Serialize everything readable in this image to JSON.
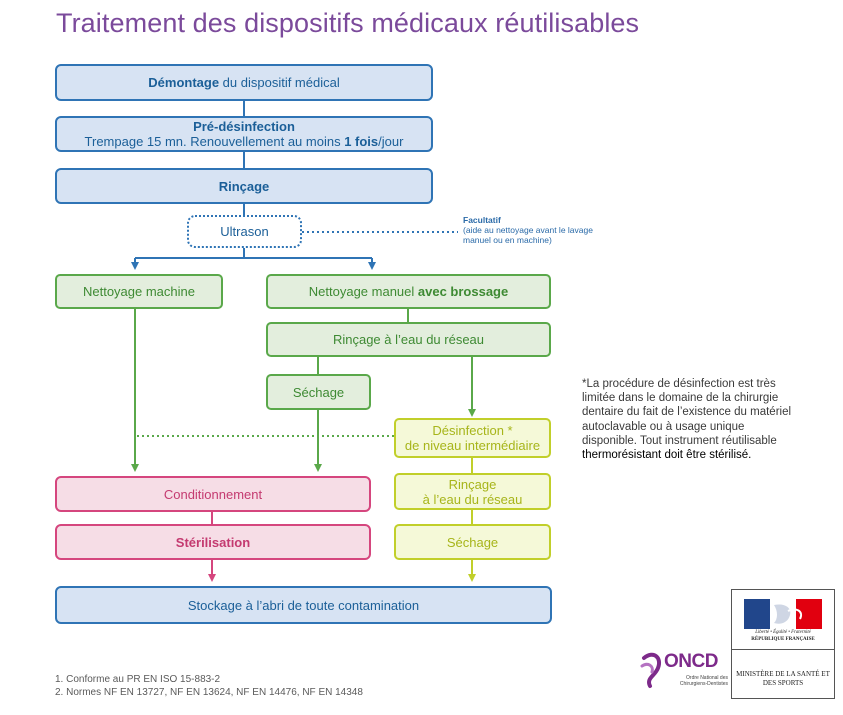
{
  "title": "Traitement des dispositifs médicaux réutilisables",
  "steps": {
    "demontage": {
      "bold": "Démontage",
      "rest": " du dispositif médical"
    },
    "predesinfection": {
      "line1": "Pré-désinfection",
      "line2_pre": "Trempage 15 mn. Renouvellement au moins ",
      "line2_bold": "1 fois",
      "line2_post": "/jour"
    },
    "rincage": "Rinçage",
    "ultrason": "Ultrason",
    "facultatif": {
      "head": "Facultatif",
      "text": "(aide au nettoyage avant le lavage manuel ou en machine)"
    },
    "nettoyage_machine": "Nettoyage machine",
    "nettoyage_manuel": {
      "pre": "Nettoyage manuel ",
      "bold": "avec brossage"
    },
    "rincage_reseau": "Rinçage à l’eau du réseau",
    "sechage": "Séchage",
    "desinfection": {
      "line1": "Désinfection *",
      "line2": "de niveau intermédiaire"
    },
    "rincage_reseau_2": {
      "line1": "Rinçage",
      "line2": "à l’eau du réseau"
    },
    "sechage_2": "Séchage",
    "conditionnement": "Conditionnement",
    "sterilisation": "Stérilisation",
    "stockage": "Stockage à l’abri de toute contamination"
  },
  "side_note": {
    "text": "*La procédure de désinfection est très limitée dans le domaine de la chirurgie dentaire du fait de l’existence du matériel autoclavable ou à usage unique disponible. Tout instrument réutilisable ",
    "dark": "thermorésistant doit être stérilisé."
  },
  "footnotes": [
    "1. Conforme au PR EN ISO 15-883-2",
    "2. Normes NF EN 13727, NF EN 13624, NF EN 14476, NF EN 14348"
  ],
  "logos": {
    "oncd": {
      "name": "ONCD",
      "subtitle": "Ordre National des Chirurgiens-Dentistes"
    },
    "republique": {
      "motto": "Liberté • Égalité • Fraternité",
      "name": "RÉPUBLIQUE FRANÇAISE",
      "ministry": "MINISTÈRE DE LA SANTÉ ET DES SPORTS"
    }
  },
  "colors": {
    "title": "#7b4a9b",
    "blue": "#2f74b5",
    "green": "#5aa84a",
    "lime": "#c1cf2a",
    "pink": "#d5467e"
  }
}
